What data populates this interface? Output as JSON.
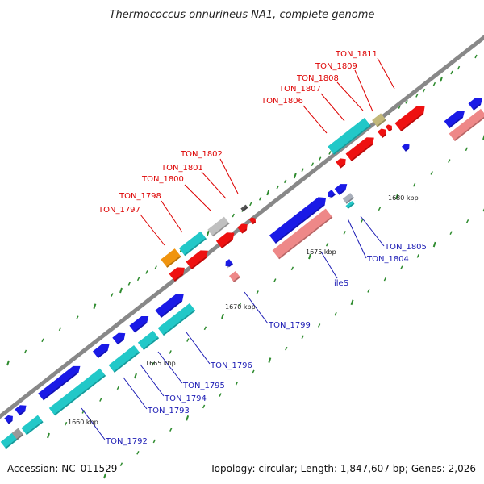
{
  "title": "Thermococcus onnurineus NA1, complete genome",
  "accession": "Accession: NC_011529",
  "summary": "Topology: circular; Length: 1,847,607 bp; Genes: 2,026",
  "colors": {
    "blue": "#1a1ae6",
    "red": "#ee1111",
    "cyan": "#22c8c8",
    "cyan_light": "#22eeee",
    "pink": "#ee8888",
    "grey": "#999999",
    "orange": "#f0940f",
    "khaki": "#c2b87a",
    "label_red": "#dd0000",
    "label_blue": "#1a1ab4",
    "backbone": "#888888"
  },
  "scale_labels": [
    "1660 kbp",
    "1665 kbp",
    "1670 kbp",
    "1675 kbp",
    "1680 kbp"
  ],
  "gene_labels": {
    "top": [
      "TON_1811",
      "TON_1809",
      "TON_1808",
      "TON_1807",
      "TON_1806",
      "TON_1802",
      "TON_1801",
      "TON_1800",
      "TON_1798",
      "TON_1797"
    ],
    "bottom": [
      "TON_1805",
      "TON_1804",
      "ileS",
      "TON_1799",
      "TON_1796",
      "TON_1795",
      "TON_1794",
      "TON_1793",
      "TON_1792"
    ]
  }
}
